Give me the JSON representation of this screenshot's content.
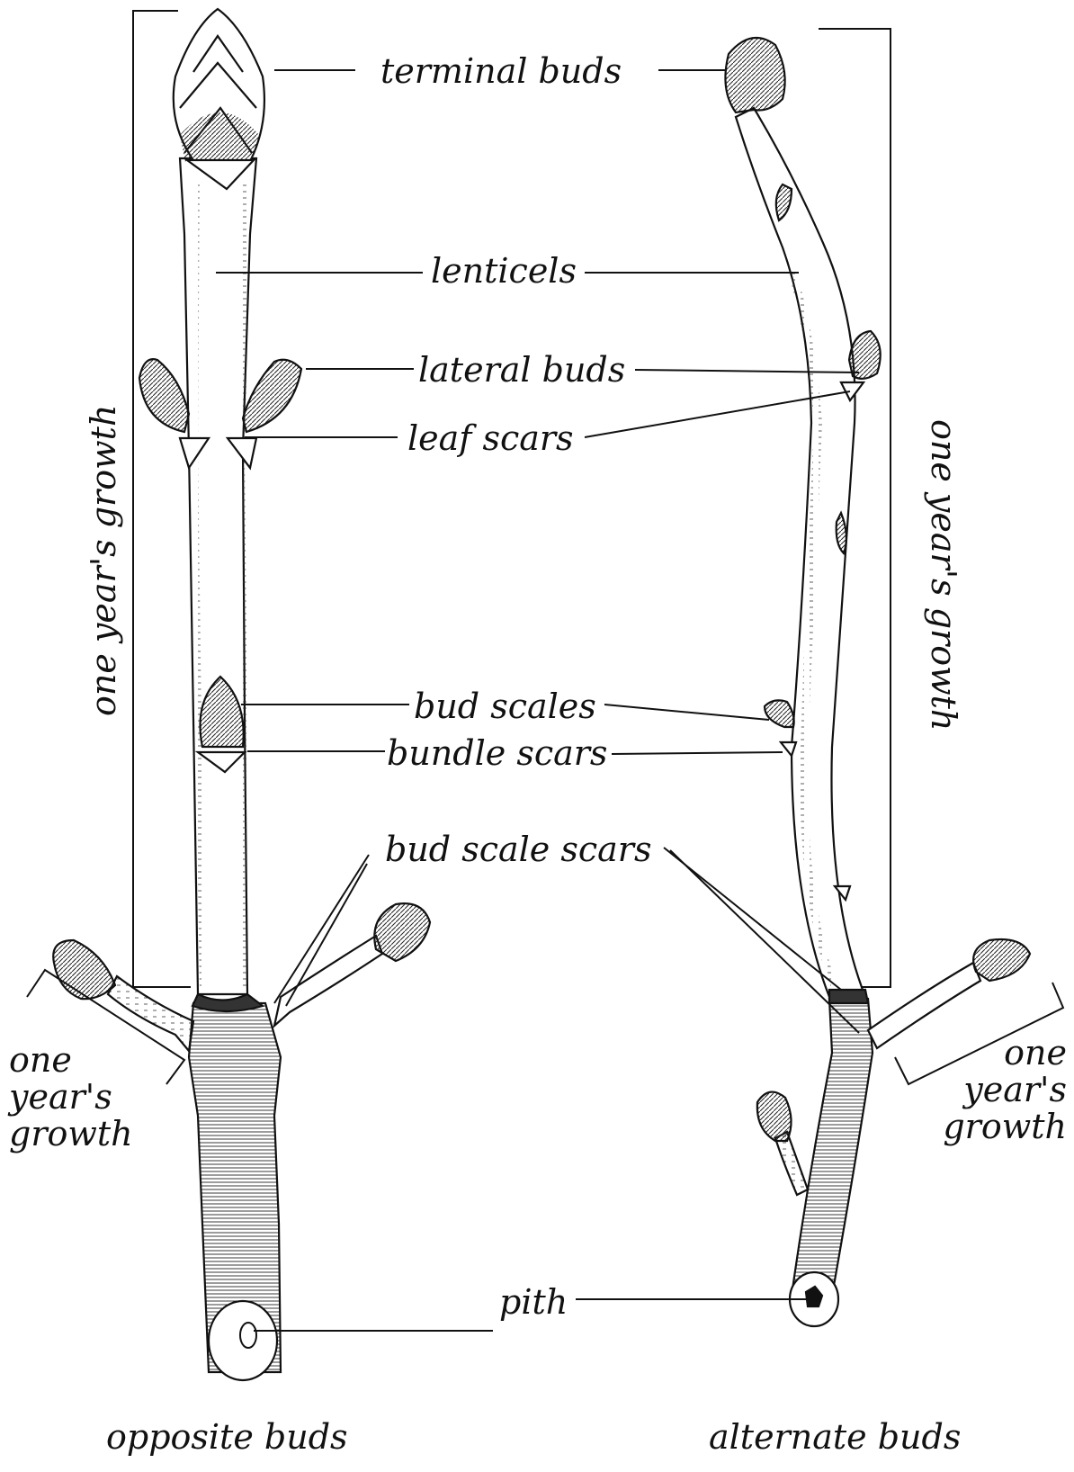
{
  "labels": {
    "terminal_buds": "terminal buds",
    "lenticels": "lenticels",
    "lateral_buds": "lateral buds",
    "leaf_scars": "leaf scars",
    "bud_scales": "bud scales",
    "bundle_scars": "bundle scars",
    "bud_scale_scars": "bud scale scars",
    "pith": "pith",
    "one_years_growth": "one year's growth",
    "one": "one",
    "years": "year's",
    "growth": "growth",
    "opposite_buds": "opposite buds",
    "alternate_buds": "alternate buds"
  }
}
